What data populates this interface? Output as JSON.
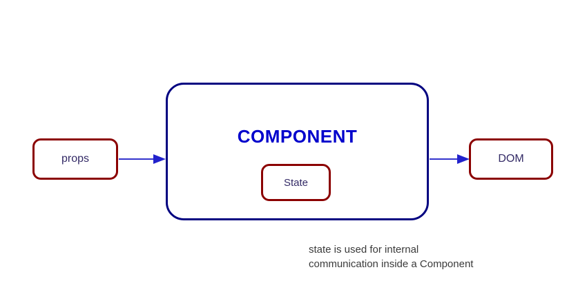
{
  "diagram": {
    "title": "React Component data flow diagram",
    "colors": {
      "box_border_red": "#8b0000",
      "component_border_navy": "#000080",
      "component_title_blue": "#0000cc",
      "node_text_purple": "#332a66",
      "arrow_blue": "#3333cc",
      "caption_gray": "#3a3a3a",
      "background": "#ffffff"
    },
    "nodes": {
      "props": {
        "label": "props"
      },
      "component": {
        "title": "COMPONENT"
      },
      "state": {
        "label": "State"
      },
      "dom": {
        "label": "DOM"
      }
    },
    "arrows": [
      {
        "name": "props-to-component",
        "from": "props",
        "to": "component",
        "direction": "right"
      },
      {
        "name": "component-to-dom",
        "from": "component",
        "to": "dom",
        "direction": "right"
      }
    ],
    "caption": {
      "text": "state is used for internal\ncommunication inside a Component"
    }
  }
}
